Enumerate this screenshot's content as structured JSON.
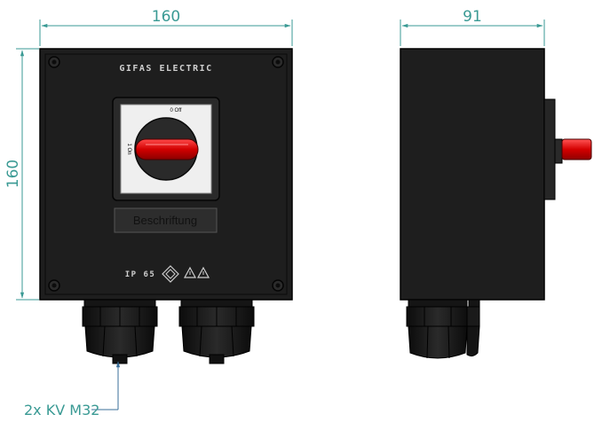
{
  "dimensions": {
    "front_width": "160",
    "front_height": "160",
    "side_depth": "91"
  },
  "front_panel": {
    "brand": "GIFAS ELECTRIC",
    "switch_pos_0": "0 Off",
    "switch_pos_1": "1 On",
    "label_text": "Beschriftung",
    "protection": "IP 65"
  },
  "callout": {
    "gland_label": "2x KV M32"
  },
  "colors": {
    "dimension_line": "#3a9a94",
    "enclosure": "#1c1c1c",
    "handle": "#d40000"
  }
}
